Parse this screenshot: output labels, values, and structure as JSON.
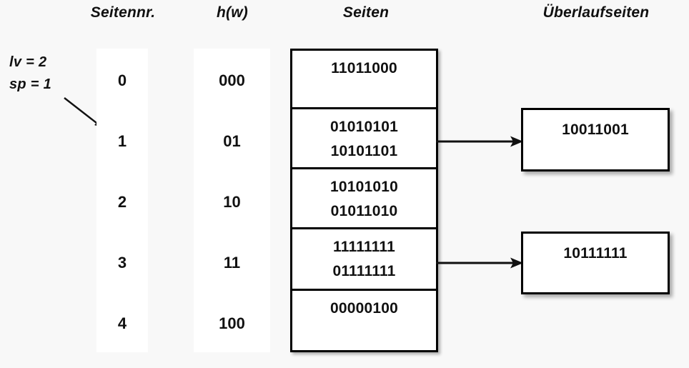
{
  "diagram": {
    "title_columns": {
      "seitennr": "Seitennr.",
      "hw": "h(w)",
      "seiten": "Seiten",
      "ueberlaufseiten": "Überlaufseiten"
    },
    "parameters": {
      "lv": "lv = 2",
      "sp": "sp = 1"
    },
    "rows": [
      {
        "seitennr": "0",
        "hw": "000",
        "bits": [
          "11011000"
        ]
      },
      {
        "seitennr": "1",
        "hw": "01",
        "bits": [
          "01010101",
          "10101101"
        ]
      },
      {
        "seitennr": "2",
        "hw": "10",
        "bits": [
          "10101010",
          "01011010"
        ]
      },
      {
        "seitennr": "3",
        "hw": "11",
        "bits": [
          "11111111",
          "01111111"
        ]
      },
      {
        "seitennr": "4",
        "hw": "100",
        "bits": [
          "00000100"
        ]
      }
    ],
    "overflow_pages": [
      {
        "bits": "10011001",
        "from_row": "1"
      },
      {
        "bits": "10111111",
        "from_row": "3"
      }
    ],
    "colors": {
      "background": "#f8f8f8",
      "panel": "#ffffff",
      "stroke": "#000000",
      "text": "#111111"
    }
  }
}
